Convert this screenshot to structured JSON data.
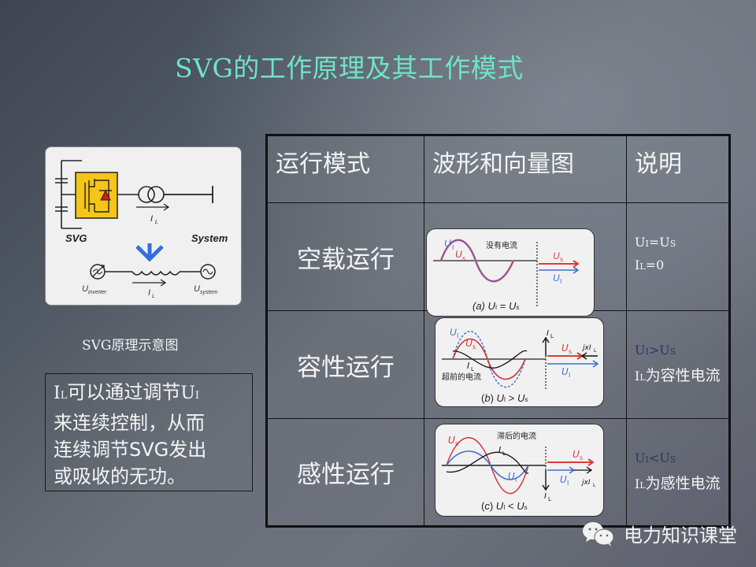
{
  "slide": {
    "title": "SVG的工作原理及其工作模式",
    "schematic": {
      "label_svg": "SVG",
      "label_system": "System",
      "label_current": "I",
      "label_current_sub": "L",
      "label_u_inverter": "U",
      "label_u_inverter_sub": "inverter",
      "label_u_system": "U",
      "label_u_system_sub": "system",
      "caption": "SVG原理示意图"
    },
    "note": {
      "line1_prefix": "I",
      "line1_prefix_sub": "L",
      "line1_text": "可以通过调节",
      "line1_suffix": "U",
      "line1_suffix_sub": "I",
      "line2": "来连续控制，从而",
      "line3": "连续调节SVG发出",
      "line4": "或吸收的无功。"
    },
    "table": {
      "headers": [
        "运行模式",
        "波形和向量图",
        "说明"
      ],
      "rows": [
        {
          "mode": "空载运行",
          "waveform": {
            "note": "没有电流",
            "caption_letter": "(a)",
            "caption_relation": "=",
            "label_ui": "U",
            "label_ui_sub": "I",
            "label_us": "U",
            "label_us_sub": "s"
          },
          "desc_line1": "UI=US",
          "desc_line2": "IL=0"
        },
        {
          "mode": "容性运行",
          "waveform": {
            "note": "超前的电流",
            "caption_letter": "(b)",
            "caption_relation": ">",
            "label_il": "I",
            "label_il_sub": "L",
            "label_jx": "jxI",
            "label_jx_sub": "L"
          },
          "desc_line1": "UI>US",
          "desc_line2": "IL为容性电流"
        },
        {
          "mode": "感性运行",
          "waveform": {
            "note": "滞后的电流",
            "caption_letter": "(c)",
            "caption_relation": "<",
            "label_il": "I",
            "label_il_sub": "L",
            "label_jx": "jxI",
            "label_jx_sub": "L"
          },
          "desc_line1": "UI<US",
          "desc_line2": "IL为感性电流"
        }
      ]
    },
    "brand": {
      "icon": "wechat-icon",
      "name": "电力知识课堂"
    },
    "colors": {
      "title": "#6fe3c8",
      "us_red": "#e03a3a",
      "ui_blue": "#3f6fd0",
      "svg_yellow": "#f5c518",
      "arrow_blue": "#2f6fe0"
    }
  }
}
